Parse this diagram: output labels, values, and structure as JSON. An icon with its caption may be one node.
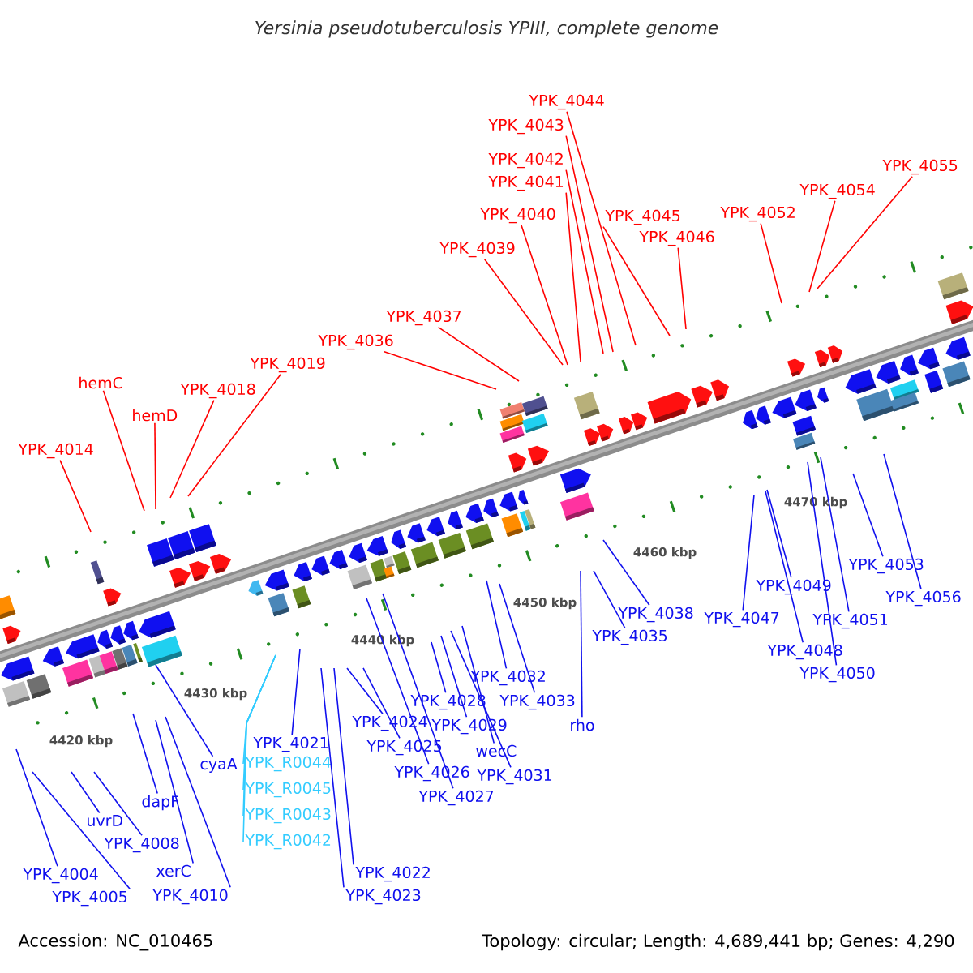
{
  "diagram": {
    "title": "Yersinia pseudotuberculosis YPIII, complete genome",
    "nodes": [
      {
        "text": [
          "YPK_4014"
        ]
      },
      {
        "text": [
          "hemC"
        ]
      },
      {
        "text": [
          "hemD"
        ]
      },
      {
        "text": [
          "YPK_4018"
        ]
      },
      {
        "text": [
          "YPK_4019"
        ]
      },
      {
        "text": [
          "YPK_4036"
        ]
      },
      {
        "text": [
          "YPK_4037"
        ]
      },
      {
        "text": [
          "YPK_4039"
        ]
      },
      {
        "text": [
          "YPK_4040"
        ]
      },
      {
        "text": [
          "YPK_4041"
        ]
      },
      {
        "text": [
          "YPK_4042"
        ]
      },
      {
        "text": [
          "YPK_4043"
        ]
      },
      {
        "text": [
          "YPK_4044"
        ]
      },
      {
        "text": [
          "YPK_4045"
        ]
      },
      {
        "text": [
          "YPK_4046"
        ]
      },
      {
        "text": [
          "YPK_4052"
        ]
      },
      {
        "text": [
          "YPK_4054"
        ]
      },
      {
        "text": [
          "YPK_4055"
        ]
      },
      {
        "text": [
          "YPK_4004"
        ]
      },
      {
        "text": [
          "YPK_4005"
        ]
      },
      {
        "text": [
          "uvrD"
        ]
      },
      {
        "text": [
          "YPK_4008"
        ]
      },
      {
        "text": [
          "xerC"
        ]
      },
      {
        "text": [
          "YPK_4010"
        ]
      },
      {
        "text": [
          "dapF"
        ]
      },
      {
        "text": [
          "cyaA"
        ]
      },
      {
        "text": [
          "YPK_4021"
        ]
      },
      {
        "text": [
          "YPK_R0044"
        ]
      },
      {
        "text": [
          "YPK_R0045"
        ]
      },
      {
        "text": [
          "YPK_R0043"
        ]
      },
      {
        "text": [
          "YPK_R0042"
        ]
      },
      {
        "text": [
          "YPK_4022"
        ]
      },
      {
        "text": [
          "YPK_4023"
        ]
      },
      {
        "text": [
          "YPK_4024"
        ]
      },
      {
        "text": [
          "YPK_4025"
        ]
      },
      {
        "text": [
          "YPK_4026"
        ]
      },
      {
        "text": [
          "YPK_4027"
        ]
      },
      {
        "text": [
          "YPK_4028"
        ]
      },
      {
        "text": [
          "YPK_4029"
        ]
      },
      {
        "text": [
          "YPK_4031"
        ]
      },
      {
        "text": [
          "wecC"
        ]
      },
      {
        "text": [
          "YPK_4032"
        ]
      },
      {
        "text": [
          "YPK_4033"
        ]
      },
      {
        "text": [
          "rho"
        ]
      },
      {
        "text": [
          "YPK_4035"
        ]
      },
      {
        "text": [
          "YPK_4038"
        ]
      },
      {
        "text": [
          "YPK_4047"
        ]
      },
      {
        "text": [
          "YPK_4049"
        ]
      },
      {
        "text": [
          "YPK_4048"
        ]
      },
      {
        "text": [
          "YPK_4051"
        ]
      },
      {
        "text": [
          "YPK_4050"
        ]
      },
      {
        "text": [
          "YPK_4053"
        ]
      },
      {
        "text": [
          "YPK_4056"
        ]
      }
    ],
    "edges": [
      {
        "from": 0,
        "to": null,
        "arrow": "none",
        "color": "#ff0000"
      },
      {
        "from": 1,
        "to": null,
        "arrow": "none",
        "color": "#ff0000"
      },
      {
        "from": 2,
        "to": null,
        "arrow": "none",
        "color": "#ff0000"
      },
      {
        "from": 3,
        "to": null,
        "arrow": "none",
        "color": "#ff0000"
      },
      {
        "from": 4,
        "to": null,
        "arrow": "none",
        "color": "#ff0000"
      },
      {
        "from": 5,
        "to": null,
        "arrow": "none",
        "color": "#ff0000"
      },
      {
        "from": 6,
        "to": null,
        "arrow": "none",
        "color": "#ff0000"
      },
      {
        "from": 7,
        "to": null,
        "arrow": "none",
        "color": "#ff0000"
      },
      {
        "from": 8,
        "to": null,
        "arrow": "none",
        "color": "#ff0000"
      },
      {
        "from": 9,
        "to": null,
        "arrow": "none",
        "color": "#ff0000"
      },
      {
        "from": 10,
        "to": null,
        "arrow": "none",
        "color": "#ff0000"
      },
      {
        "from": 11,
        "to": null,
        "arrow": "none",
        "color": "#ff0000"
      },
      {
        "from": 12,
        "to": null,
        "arrow": "none",
        "color": "#ff0000"
      },
      {
        "from": 13,
        "to": null,
        "arrow": "none",
        "color": "#ff0000"
      },
      {
        "from": 14,
        "to": null,
        "arrow": "none",
        "color": "#ff0000"
      },
      {
        "from": 15,
        "to": null,
        "arrow": "none",
        "color": "#ff0000"
      },
      {
        "from": 16,
        "to": null,
        "arrow": "none",
        "color": "#ff0000"
      },
      {
        "from": 17,
        "to": null,
        "arrow": "none",
        "color": "#ff0000"
      },
      {
        "from": 18,
        "to": null,
        "arrow": "none"
      },
      {
        "from": 19,
        "to": null,
        "arrow": "none"
      },
      {
        "from": 20,
        "to": null,
        "arrow": "none"
      },
      {
        "from": 21,
        "to": null,
        "arrow": "none"
      },
      {
        "from": 22,
        "to": null,
        "arrow": "none"
      },
      {
        "from": 23,
        "to": null,
        "arrow": "none"
      },
      {
        "from": 24,
        "to": null,
        "arrow": "none"
      },
      {
        "from": 25,
        "to": null,
        "arrow": "none"
      },
      {
        "from": 26,
        "to": null,
        "arrow": "none"
      },
      {
        "from": 27,
        "to": null,
        "arrow": "none",
        "color": "#33ccff"
      },
      {
        "from": 28,
        "to": null,
        "arrow": "none",
        "color": "#33ccff"
      },
      {
        "from": 29,
        "to": null,
        "arrow": "none",
        "color": "#33ccff"
      },
      {
        "from": 30,
        "to": null,
        "arrow": "none",
        "color": "#33ccff"
      },
      {
        "from": 31,
        "to": null,
        "arrow": "none"
      },
      {
        "from": 32,
        "to": null,
        "arrow": "none"
      },
      {
        "from": 33,
        "to": null,
        "arrow": "none"
      },
      {
        "from": 34,
        "to": null,
        "arrow": "none"
      },
      {
        "from": 35,
        "to": null,
        "arrow": "none"
      },
      {
        "from": 36,
        "to": null,
        "arrow": "none"
      },
      {
        "from": 37,
        "to": null,
        "arrow": "none"
      },
      {
        "from": 38,
        "to": null,
        "arrow": "none"
      },
      {
        "from": 39,
        "to": null,
        "arrow": "none"
      },
      {
        "from": 40,
        "to": null,
        "arrow": "none"
      },
      {
        "from": 41,
        "to": null,
        "arrow": "none"
      },
      {
        "from": 42,
        "to": null,
        "arrow": "none"
      },
      {
        "from": 43,
        "to": null,
        "arrow": "none"
      },
      {
        "from": 44,
        "to": null,
        "arrow": "none"
      },
      {
        "from": 45,
        "to": null,
        "arrow": "none"
      },
      {
        "from": 46,
        "to": null,
        "arrow": "none"
      },
      {
        "from": 47,
        "to": null,
        "arrow": "none"
      },
      {
        "from": 48,
        "to": null,
        "arrow": "none"
      },
      {
        "from": 49,
        "to": null,
        "arrow": "none"
      },
      {
        "from": 50,
        "to": null,
        "arrow": "none"
      },
      {
        "from": 51,
        "to": null,
        "arrow": "none"
      },
      {
        "from": 52,
        "to": null,
        "arrow": "none"
      }
    ],
    "labels": [
      "4420 kbp",
      "4430 kbp",
      "4440 kbp",
      "4450 kbp",
      "4460 kbp",
      "4470 kbp",
      "Accession: NC_010465",
      "Topology: circular; Length: 4,689,441 bp; Genes: 4,290"
    ]
  }
}
